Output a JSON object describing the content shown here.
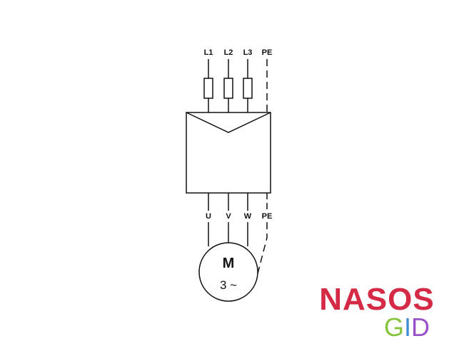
{
  "diagram": {
    "supply_terminals": [
      "L1",
      "L2",
      "L3",
      "PE"
    ],
    "motor_terminals": [
      "U",
      "V",
      "W",
      "PE"
    ],
    "motor": {
      "symbol": "M",
      "phase": "3 ~"
    }
  },
  "logo": {
    "top": "NASOS",
    "bottom_letters": [
      "G",
      "I",
      "D"
    ],
    "colors": {
      "top": "#d52a45",
      "bottom": [
        "#86c440",
        "#3f8fd6",
        "#9a52c8"
      ]
    }
  }
}
